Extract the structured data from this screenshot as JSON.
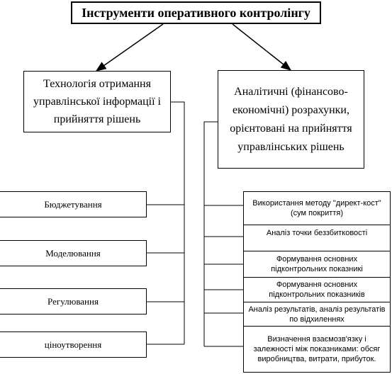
{
  "root": {
    "title": "Інструменти оперативного контролінгу"
  },
  "left_branch": {
    "title": "Технологія отримання управлінської інформації і прийняття рішень",
    "items": [
      "Бюджетування",
      "Моделювання",
      "Регулювання",
      "ціноутворення"
    ]
  },
  "right_branch": {
    "title": "Аналітичні (фінансово-економічні) розрахунки, орієнтовані на прийняття управлінських рішень",
    "items": [
      "Використання методу \"директ-кост\" (сум покриття)",
      "Аналіз точки беззбитковості",
      "Формування основних підконтрольних показникі",
      "Формування основних підконтрольних показників",
      "Аналіз результатів, аналіз результатів по відхиленнях",
      "Визначення взаємозв'язку і залежності між показниками: обсяг виробництва, витрати, прибуток."
    ]
  }
}
